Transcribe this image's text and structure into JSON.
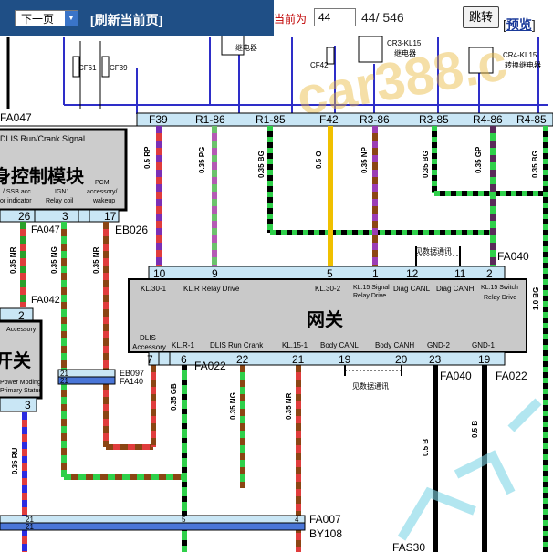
{
  "toolbar": {
    "next_select": "下一页",
    "refresh_link": "[刷新当前页]",
    "current_label": "当前为",
    "page_input": "44",
    "page_count": "44/ 546",
    "goto_button": "跳转",
    "preview_link": "预览",
    "bracket_open": "[",
    "bracket_close": "]"
  },
  "diagram": {
    "top_relays": [
      "继电器",
      "CF42",
      "CR3-KL15",
      "继电器",
      "CR4-KL15",
      "转换继电器"
    ],
    "fuses": [
      "CF61",
      "CF39"
    ],
    "header_connector": "FA047",
    "header_pins": [
      "F39",
      "R1-86",
      "R1-85",
      "F42",
      "R3-86",
      "R3-85",
      "R4-86",
      "R4-85"
    ],
    "wire_codes_top": [
      "0.5 RP",
      "0.35 PG",
      "0.35 BG",
      "0.5 O",
      "0.35 NP",
      "0.35 BG",
      "0.35 GP",
      "0.35 BG"
    ],
    "left_module": {
      "signal": "DLIS Run/Crank Signal",
      "title": "身控制模块",
      "sub1": "/ SSB acc",
      "sub1b": "or indicator",
      "sub2": "IGN1",
      "sub2b": "Relay coil",
      "sub3": "PCM",
      "sub3b": "accessory/",
      "sub3c": "wakeup",
      "pins": [
        "26",
        "3",
        "17"
      ]
    },
    "connectors": [
      "FA047",
      "EB026",
      "FA042",
      "FA040",
      "FA022",
      "FA022",
      "FA040",
      "FA022",
      "EB097",
      "FA140",
      "FA007",
      "BY108",
      "FAS30"
    ],
    "comm_note": "见数据通讯",
    "gateway": {
      "title": "网关",
      "top_pins": [
        "10",
        "9",
        "5",
        "1",
        "12",
        "11",
        "2"
      ],
      "top_labels": [
        "KL.30-1",
        "KL.R Relay Drive",
        "KL.30-2",
        "KL.15 Signal",
        "Relay Drive",
        "Diag CANL",
        "Diag CANH",
        "KL.15 Switch",
        "Relay Drive"
      ],
      "bottom_labels": [
        "DLIS",
        "Accessory",
        "KL.R-1",
        "DLIS Run Crank",
        "KL.15-1",
        "Body CANL",
        "Body CANH",
        "GND-2",
        "GND-1"
      ],
      "bottom_pins": [
        "7",
        "6",
        "22",
        "21",
        "19",
        "20",
        "23",
        "19"
      ]
    },
    "left_switch": {
      "title": "开关",
      "pin_top": "2",
      "label": "Accessory",
      "sub1": "Power Moding",
      "sub2": "Primary Status",
      "pin_bottom": "3"
    },
    "wire_codes_mid": [
      "0.35 NR",
      "0.35 NG",
      "0.35 NR",
      "0.35 GB",
      "0.35 NG",
      "0.35 NR",
      "0.5 B",
      "0.5 B",
      "1.0 BG",
      "0.35 RU"
    ],
    "bus_pins": [
      "21",
      "21",
      "5",
      "4"
    ],
    "bar_pins": [
      "21",
      "21"
    ],
    "watermark": "car388.c"
  }
}
